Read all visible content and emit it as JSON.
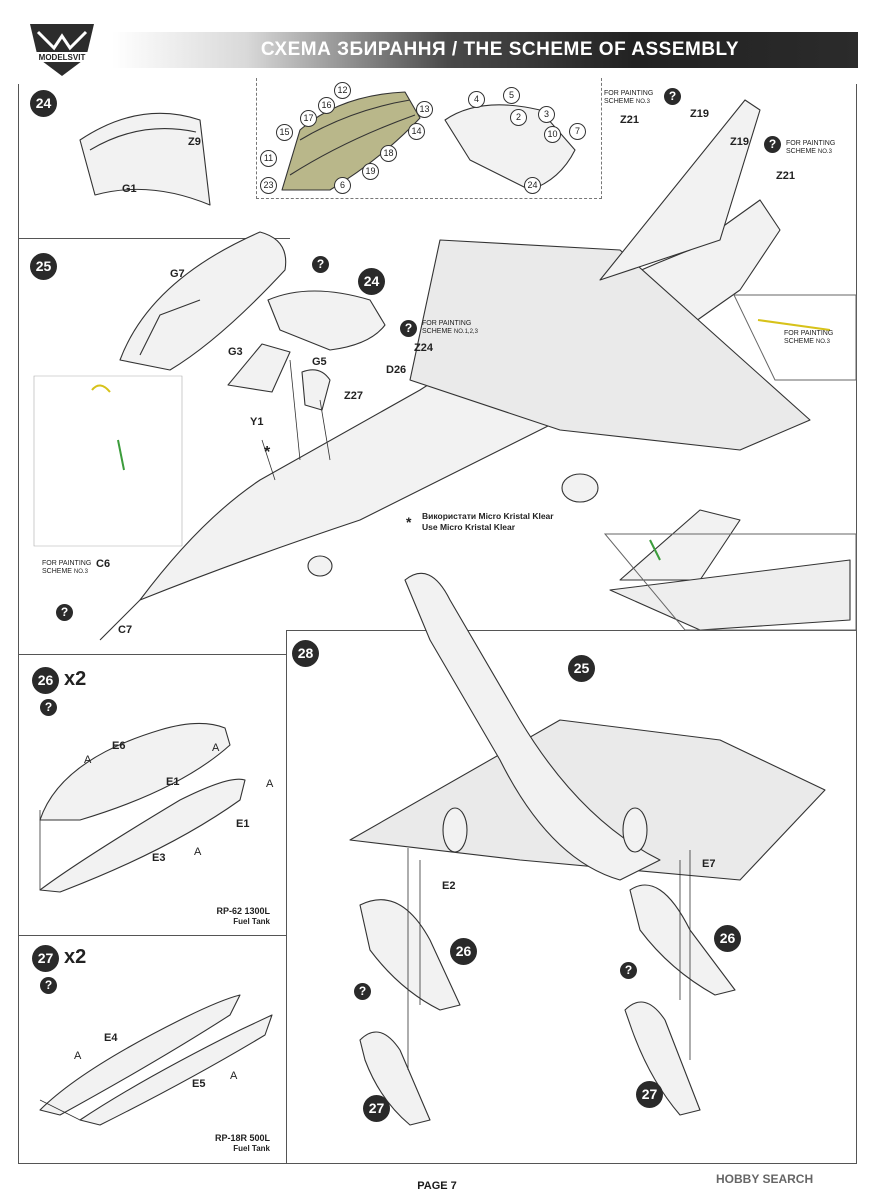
{
  "header": {
    "title": "СХЕМА ЗБИРАННЯ / THE SCHEME OF ASSEMBLY",
    "logo_text": "MODELSVIT"
  },
  "steps": [
    {
      "number": "24"
    },
    {
      "number": "25"
    },
    {
      "number": "26",
      "multiplier": "x2"
    },
    {
      "number": "27",
      "multiplier": "x2"
    },
    {
      "number": "28"
    }
  ],
  "question_mark": "?",
  "parts": {
    "G1": "G1",
    "Z9": "Z9",
    "G7": "G7",
    "G3": "G3",
    "G5": "G5",
    "Y1": "Y1",
    "Z27": "Z27",
    "D26": "D26",
    "Z24": "Z24",
    "Z19a": "Z19",
    "Z19b": "Z19",
    "Z21a": "Z21",
    "Z21b": "Z21",
    "C6": "C6",
    "C7": "C7",
    "E6": "E6",
    "E1a": "E1",
    "E1b": "E1",
    "E3": "E3",
    "E4": "E4",
    "E5": "E5",
    "E2": "E2",
    "E7": "E7"
  },
  "canopy_numbers": [
    "12",
    "16",
    "17",
    "15",
    "11",
    "23",
    "13",
    "14",
    "18",
    "19",
    "6",
    "4",
    "5",
    "2",
    "3",
    "10",
    "7",
    "24"
  ],
  "paint_notes": {
    "scheme3_top": {
      "line1": "FOR PAINTING",
      "line2": "SCHEME",
      "no": "NO.3"
    },
    "scheme3_right": {
      "line1": "FOR PAINTING",
      "line2": "SCHEME",
      "no": "NO.3"
    },
    "scheme123": {
      "line1": "FOR PAINTING",
      "line2": "SCHEME",
      "no": "NO.1,2,3"
    },
    "scheme3_inset": {
      "line1": "FOR PAINTING",
      "line2": "SCHEME",
      "no": "NO.3"
    },
    "scheme3_c6": {
      "line1": "FOR PAINTING",
      "line2": "SCHEME",
      "no": "NO.3"
    }
  },
  "klear_note": {
    "asterisk": "*",
    "line1": "Використати Micro Kristal Klear",
    "line2": "Use Micro Kristal Klear"
  },
  "tanks": {
    "rp62": {
      "name": "RP-62 1300L",
      "desc": "Fuel Tank"
    },
    "rp18": {
      "name": "RP-18R 500L",
      "desc": "Fuel Tank"
    }
  },
  "glue_marks": {
    "A": "A"
  },
  "footer": {
    "page": "PAGE 7",
    "watermark": "HOBBY SEARCH"
  }
}
